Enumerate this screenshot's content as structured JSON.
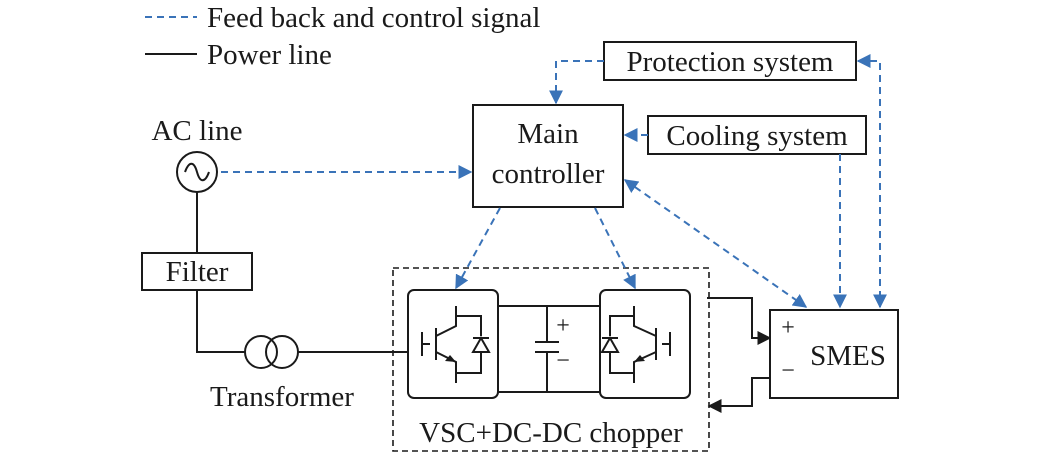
{
  "legend": {
    "feedback_label": "Feed back and control signal",
    "power_label": "Power line"
  },
  "blocks": {
    "protection": "Protection system",
    "main_line1": "Main",
    "main_line2": "controller",
    "cooling": "Cooling system",
    "ac_line": "AC line",
    "filter": "Filter",
    "transformer": "Transformer",
    "converter": "VSC+DC-DC chopper",
    "smes": "SMES"
  },
  "signs": {
    "cap_plus": "+",
    "cap_minus": "−",
    "smes_plus": "+",
    "smes_minus": "−"
  },
  "colors": {
    "signal_line": "#3a73b8",
    "power_line": "#1a1a1a"
  }
}
